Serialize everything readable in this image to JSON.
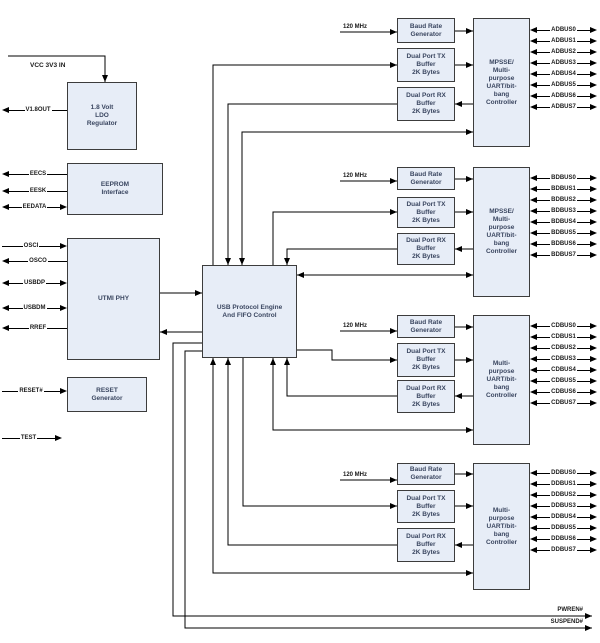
{
  "title": "USB quad-channel interface chip block diagram",
  "colors": {
    "block_fill": "#e7edf7",
    "block_border": "#3c3c3c",
    "wire": "#000000",
    "block_text": "#3a4660"
  },
  "labels": {
    "vcc": "VCC 3V3 IN",
    "v18out": "V1.8OUT",
    "eecs": "EECS",
    "eesk": "EESK",
    "eedata": "EEDATA",
    "osci": "OSCI",
    "osco": "OSCO",
    "usbdp": "USBDP",
    "usbdm": "USBDM",
    "rref": "RREF",
    "reset": "RESET#",
    "test": "TEST",
    "pwren": "PWREN#",
    "suspend": "SUSPEND#",
    "clock": "120 MHz"
  },
  "blocks": {
    "ldo": "1.8 Volt\nLDO\nRegulator",
    "eeprom": "EEPROM\nInterface",
    "utmi": "UTMI PHY",
    "reset_gen": "RESET\nGenerator",
    "engine": "USB Protocol Engine\nAnd FIFO Control",
    "baud": "Baud Rate\nGenerator",
    "tx": "Dual Port TX\nBuffer\n2K Bytes",
    "rx": "Dual Port RX\nBuffer\n2K Bytes",
    "mpsse_ctrl": "MPSSE/\nMulti-\npurpose\nUART/bit-\nbang\nController",
    "uart_ctrl": "Multi-\npurpose\nUART/bit-\nbang\nController"
  },
  "channels": [
    {
      "id": "A",
      "bus": [
        "ADBUS0",
        "ADBUS1",
        "ADBUS2",
        "ADBUS3",
        "ADBUS4",
        "ADBUS5",
        "ADBUS6",
        "ADBUS7"
      ]
    },
    {
      "id": "B",
      "bus": [
        "BDBUS0",
        "BDBUS1",
        "BDBUS2",
        "BDBUS3",
        "BDBUS4",
        "BDBUS5",
        "BDBUS6",
        "BDBUS7"
      ]
    },
    {
      "id": "C",
      "bus": [
        "CDBUS0",
        "CDBUS1",
        "CDBUS2",
        "CDBUS3",
        "CDBUS4",
        "CDBUS5",
        "CDBUS6",
        "CDBUS7"
      ]
    },
    {
      "id": "D",
      "bus": [
        "DDBUS0",
        "DDBUS1",
        "DDBUS2",
        "DDBUS3",
        "DDBUS4",
        "DDBUS5",
        "DDBUS6",
        "DDBUS7"
      ]
    }
  ]
}
